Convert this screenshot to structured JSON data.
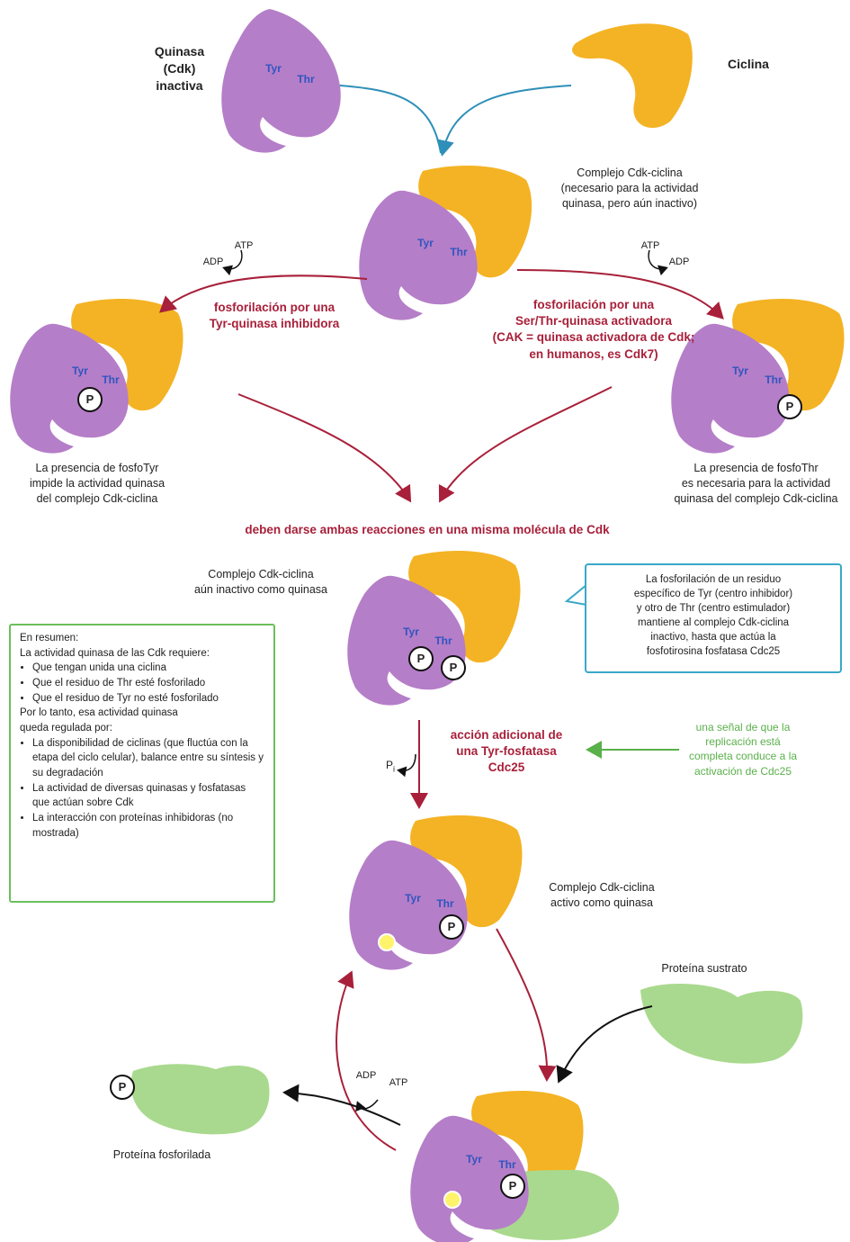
{
  "labels": {
    "inactive_kinase": "Quinasa\n(Cdk)\ninactiva",
    "cyclin": "Ciclina",
    "complex": "Complejo Cdk-ciclina\n(necesario para la actividad\nquinasa, pero aún inactivo)",
    "phos_inhib": "fosforilación por una\nTyr-quinasa inhibidora",
    "phos_activ": "fosforilación por una\nSer/Thr-quinasa activadora\n(CAK = quinasa activadora de Cdk;\nen humanos, es Cdk7)",
    "phosphotyr_note": "La presencia de fosfoTyr\nimpide la actividad quinasa\ndel complejo Cdk-ciclina",
    "phosphothr_note": "La presencia de fosfoThr\nes necesaria para la actividad\nquinasa del complejo Cdk-ciclina",
    "both_reactions": "deben darse ambas reacciones en una misma molécula de Cdk",
    "still_inactive": "Complejo Cdk-ciclina\naún inactivo como quinasa",
    "callout": "La fosforilación de un residuo\nespecífico de Tyr (centro inhibidor)\ny otro de Thr (centro estimulador)\nmantiene al complejo Cdk-ciclina\ninactivo, hasta que actúa la\nfosfotirosina fosfatasa Cdc25",
    "additional_action": "acción adicional de\nuna Tyr-fosfatasa\nCdc25",
    "replication_signal": "una señal de que la\nreplicación está\ncompleta conduce a la\nactivación de Cdc25",
    "active_complex": "Complejo Cdk-ciclina\nactivo como quinasa",
    "substrate": "Proteína sustrato",
    "phosphorylated_protein": "Proteína fosforilada",
    "tyr": "Tyr",
    "thr": "Thr",
    "p": "P",
    "pi": "P",
    "pi_sub": "i",
    "atp": "ATP",
    "adp": "ADP"
  },
  "summary": {
    "title": "En resumen:",
    "intro": "La actividad quinasa de las Cdk requiere:",
    "requirements": [
      "Que tengan unida una ciclina",
      "Que el residuo de Thr esté fosforilado",
      "Que el residuo de Tyr no esté fosforilado"
    ],
    "regulated_intro": "Por lo tanto, esa actividad quinasa\nqueda regulada por:",
    "regulators": [
      "La disponibilidad de ciclinas (que fluctúa con la etapa del ciclo celular), balance entre su síntesis y su degradación",
      "La actividad de diversas quinasas y fosfatasas que actúan sobre Cdk",
      "La interacción con proteínas inhibidoras (no mostrada)"
    ]
  },
  "colors": {
    "kinase": "#b57ec8",
    "cyclin": "#f4b324",
    "substrate": "#a9d98e",
    "red_arrow": "#a8203a",
    "blue_arrow": "#2e8fb8",
    "green_arrow": "#5ab04a",
    "tyr_thr_text": "#2f55c0"
  }
}
